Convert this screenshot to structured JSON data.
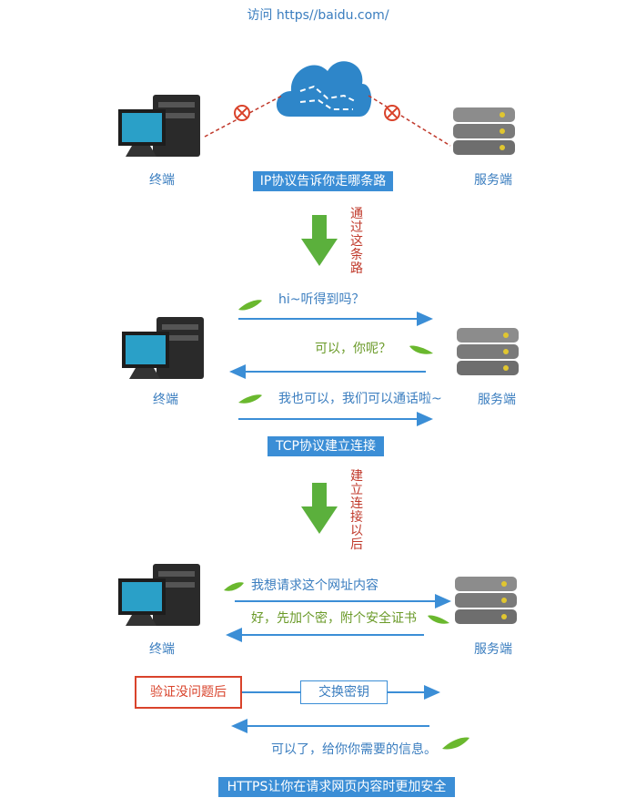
{
  "header": {
    "title": "访问 https//baidu.com/"
  },
  "section1": {
    "client_label": "终端",
    "server_label": "服务端",
    "banner": "IP协议告诉你走哪条路"
  },
  "step1": {
    "vertical_text": "通过这条路"
  },
  "section2": {
    "client_label": "终端",
    "server_label": "服务端",
    "msg1": "hi~听得到吗？",
    "msg2": "可以，你呢？",
    "msg3": "我也可以，我们可以通话啦~",
    "banner": "TCP协议建立连接"
  },
  "step2": {
    "vertical_text": "建立连接以后"
  },
  "section3": {
    "client_label": "终端",
    "server_label": "服务端",
    "msg1": "我想请求这个网址内容",
    "msg2": "好，先加个密，附个安全证书",
    "verify_box": "验证没问题后",
    "exchange_box": "交换密钥",
    "msg3": "可以了，给你你需要的信息。",
    "banner": "HTTPS让你在请求网页内容时更加安全"
  },
  "colors": {
    "accent_blue": "#3b8ed6",
    "arrow_green": "#5bb03c",
    "warning_red": "#d9432b",
    "leaf_green": "#6ab82e"
  }
}
